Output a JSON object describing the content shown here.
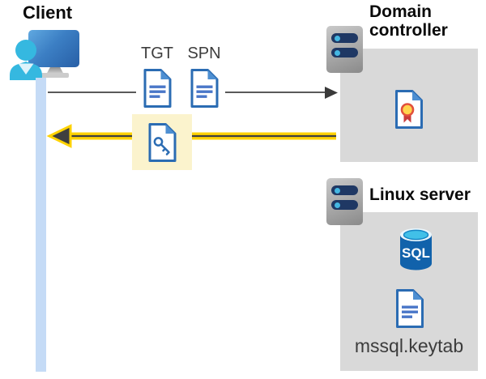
{
  "client": {
    "label": "Client"
  },
  "flow": {
    "tgt_label": "TGT",
    "spn_label": "SPN"
  },
  "domain_controller": {
    "label": "Domain controller"
  },
  "linux_server": {
    "label": "Linux server",
    "database_label": "SQL",
    "keytab_label": "mssql.keytab"
  },
  "colors": {
    "doc_border_blue": "#2b6cb3",
    "doc_fold_blue": "#4e8fd2",
    "doc_line_blue": "#4a77c8",
    "panel_gray": "#d9d9d9",
    "highlight_yellow": "#fbf3cd",
    "arrow_yellow": "#ffd200",
    "arrow_dark": "#3f3f3f",
    "request_line_gray": "#595959",
    "lifeline_blue": "#c5dbf6",
    "server_bar_navy": "#1f3864",
    "server_dot_blue": "#45b7e2",
    "person_cyan": "#35b8e0",
    "monitor_blue": "#3c7fc4",
    "sql_body_blue": "#1162ab",
    "sql_top_cyan": "#41c0e8",
    "cert_badge_yellow": "#ffd44d",
    "cert_ribbon_red": "#c93b3b"
  }
}
